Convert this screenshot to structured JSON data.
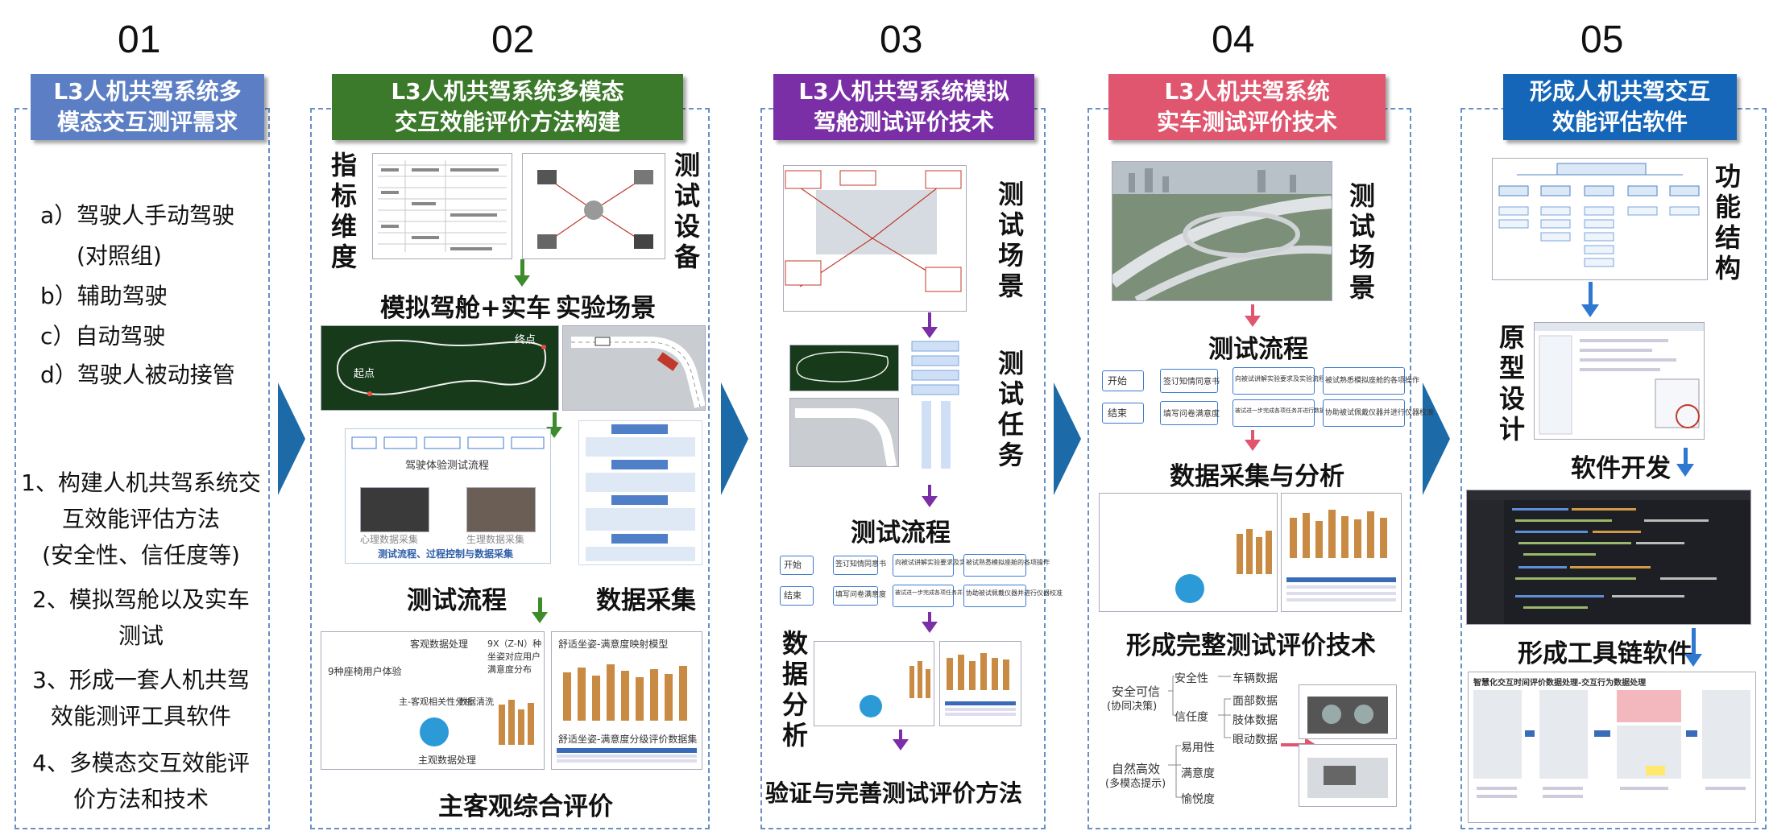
{
  "columns": [
    {
      "num": "01",
      "header": [
        "L3人机共驾系统多",
        "模态交互测评需求"
      ],
      "color": "#5b7ec4"
    },
    {
      "num": "02",
      "header": [
        "L3人机共驾系统多模态",
        "交互效能评价方法构建"
      ],
      "color": "#3b7a2a"
    },
    {
      "num": "03",
      "header": [
        "L3人机共驾系统模拟",
        "驾舱测试评价技术"
      ],
      "color": "#7b2fa6"
    },
    {
      "num": "04",
      "header": [
        "L3人机共驾系统",
        "实车测试评价技术"
      ],
      "color": "#e0566e"
    },
    {
      "num": "05",
      "header": [
        "形成人机共驾交互",
        "效能评估软件"
      ],
      "color": "#1566b8"
    }
  ],
  "col1": {
    "modes": [
      "a）驾驶人手动驾驶",
      "(对照组)",
      "b）辅助驾驶",
      "c）自动驾驶",
      "d）驾驶人被动接管"
    ],
    "goals": [
      "1、构建人机共驾系统交",
      "互效能评估方法",
      "(安全性、信任度等)",
      "2、模拟驾舱以及实车",
      "测试",
      "3、形成一套人机共驾",
      "效能测评工具软件",
      "4、多模态交互效能评",
      "价方法和技术"
    ]
  },
  "col2": {
    "vlabel_left": "指标维度",
    "vlabel_right": "测试设备",
    "label_sim": "模拟驾舱+实车",
    "label_scene": "实验场景",
    "label_flow": "测试流程",
    "label_data": "数据采集",
    "label_eval": "主客观综合评价",
    "mini": {
      "start": "起点",
      "end": "终点",
      "flow_title": "驾驶体验测试流程",
      "flow_caption": "测试流程、过程控制与数据采集",
      "physio": "心理数据采集",
      "physio2": "生理数据采集",
      "subj": "客观数据处理",
      "user": "9种座椅用户体验",
      "corr": "主-客观相关性分析",
      "clean": "数据清洗",
      "main": "主观数据处理",
      "dist": "9X（Z-N）种坐姿对应用户满意度分布",
      "model": "舒适坐姿-满意度映射模型",
      "table": "舒适坐姿-满意度分级评价数据集"
    }
  },
  "col3": {
    "vlabel_scene": "测试场景",
    "vlabel_task": "测试任务",
    "label_flow": "测试流程",
    "vlabel_analysis": "数据分析",
    "label_final": "验证与完善测试评价方法",
    "flow_top": [
      "开始",
      "签订知情同意书",
      "向被试讲解实验要求及实验流程",
      "被试熟悉模拟座舱的各项操作"
    ],
    "flow_bottom": [
      "结束",
      "填写问卷满意度",
      "被试进一步完成各项任务并进行数据记录",
      "协助被试佩戴仪器并进行仪器校准"
    ]
  },
  "col4": {
    "vlabel_scene": "测试场景",
    "label_flow": "测试流程",
    "label_data": "数据采集与分析",
    "label_tech": "形成完整测试评价技术",
    "tree": {
      "root1": "安全可信",
      "root1b": "(协同决策)",
      "root2": "自然高效",
      "root2b": "(多模态提示)",
      "l1": [
        "安全性",
        "信任度"
      ],
      "l1b": [
        "易用性",
        "满意度",
        "愉悦度"
      ],
      "l2": [
        "车辆数据",
        "面部数据",
        "肢体数据",
        "眼动数据"
      ]
    }
  },
  "col5": {
    "vlabel_func": "功能结构",
    "vlabel_proto": "原型设计",
    "label_dev": "软件开发",
    "label_chain": "形成工具链软件",
    "chain_title": "智慧化交互时间评价数据处理-交互行为数据处理"
  },
  "colors": {
    "dash": "#6a8fc4",
    "bigarrow": "#1c6aa8",
    "green_arrow": "#3d8b2a",
    "purple_arrow": "#7b2fa6",
    "pink_arrow": "#e0566e",
    "blue_arrow": "#2f78d1"
  }
}
